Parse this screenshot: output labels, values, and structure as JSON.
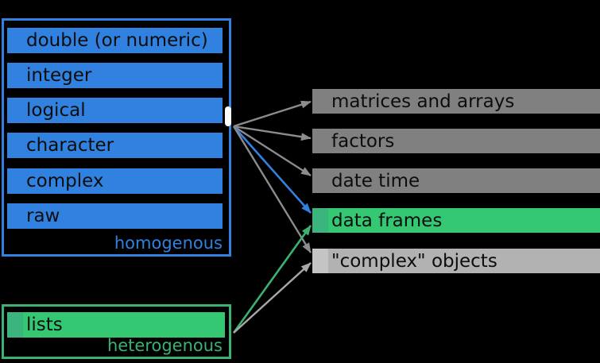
{
  "colors": {
    "background": "#000000",
    "blue": "#3182e0",
    "green_bright": "#34c873",
    "green_muted": "#3cb47d",
    "green_border": "#3bb273",
    "gray_bar": "#808080",
    "gray_bar_light": "#b2b2b2",
    "gray_bar_light_accent": "#c4c4c4",
    "arrow_gray": "#8c8c8c",
    "arrow_light_gray": "#a8a8a8",
    "text_dark": "#0d0d0d",
    "connector_white": "#ffffff"
  },
  "atomic_box": {
    "items": [
      "double (or numeric)",
      "integer",
      "logical",
      "character",
      "complex",
      "raw"
    ],
    "footer_label": "homogenous"
  },
  "lists_box": {
    "items": [
      "lists"
    ],
    "footer_label": "heterogenous"
  },
  "right_bars": [
    {
      "label": "matrices and arrays",
      "color": "#808080"
    },
    {
      "label": "factors",
      "color": "#808080"
    },
    {
      "label": "date time",
      "color": "#808080"
    },
    {
      "label": "data frames",
      "color": "#34c873",
      "accent": "#3cb47d"
    },
    {
      "label": "\"complex\" objects",
      "color": "#b2b2b2",
      "accent": "#c4c4c4"
    }
  ],
  "arrows": {
    "links": [
      {
        "from": "atomic vectors",
        "to": "matrices and arrays",
        "color": "#8c8c8c"
      },
      {
        "from": "atomic vectors",
        "to": "factors",
        "color": "#8c8c8c"
      },
      {
        "from": "atomic vectors",
        "to": "date time",
        "color": "#8c8c8c"
      },
      {
        "from": "atomic vectors",
        "to": "data frames",
        "color": "#3182e0"
      },
      {
        "from": "atomic vectors",
        "to": "\"complex\" objects",
        "color": "#8c8c8c"
      },
      {
        "from": "lists",
        "to": "data frames",
        "color": "#3bb273"
      },
      {
        "from": "lists",
        "to": "\"complex\" objects",
        "color": "#a8a8a8"
      }
    ]
  }
}
